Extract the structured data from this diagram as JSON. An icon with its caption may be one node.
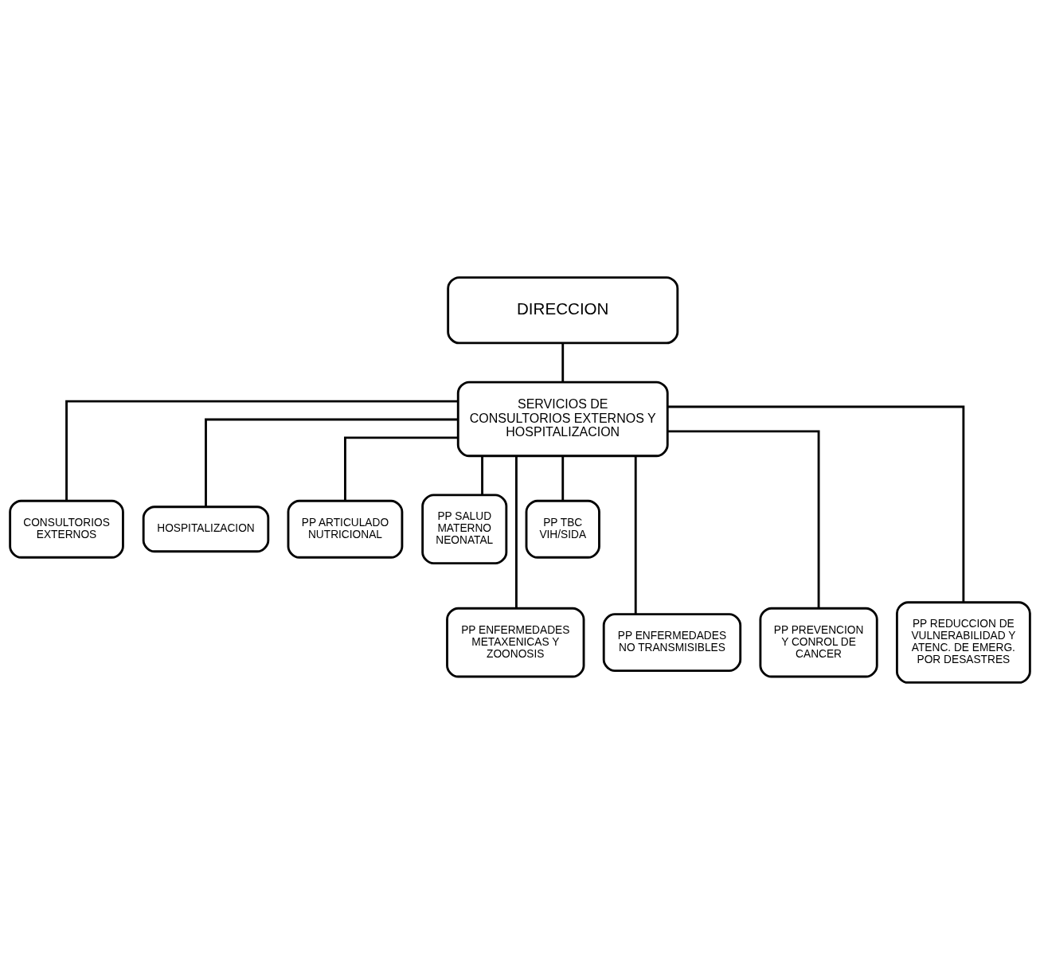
{
  "diagram": {
    "nodes": [
      {
        "text": [
          "DIRECCION"
        ]
      },
      {
        "text": [
          "SERVICIOS DE CONSULTORIOS EXTERNOS Y HOSPITALIZACION"
        ]
      },
      {
        "text": [
          "CONSULTORIOS EXTERNOS"
        ]
      },
      {
        "text": [
          "HOSPITALIZACION"
        ]
      },
      {
        "text": [
          "PP ARTICULADO NUTRICIONAL"
        ]
      },
      {
        "text": [
          "PP SALUD MATERNO NEONATAL"
        ]
      },
      {
        "text": [
          "PP TBC VIH/SIDA"
        ]
      },
      {
        "text": [
          "PP ENFERMEDADES METAXENICAS Y ZOONOSIS"
        ]
      },
      {
        "text": [
          "PP ENFERMEDADES NO TRANSMISIBLES"
        ]
      },
      {
        "text": [
          "PP PREVENCION Y CONROL DE CANCER"
        ]
      },
      {
        "text": [
          "PP REDUCCION DE VULNERABILIDAD Y ATENC. DE EMERG. POR DESASTRES"
        ]
      }
    ],
    "edges": [
      {
        "from": 0,
        "to": 1,
        "arrow": "none"
      },
      {
        "from": 1,
        "to": 2,
        "arrow": "none"
      },
      {
        "from": 1,
        "to": 7,
        "arrow": "none"
      },
      {
        "from": 1,
        "to": 3,
        "arrow": "none"
      },
      {
        "from": 1,
        "to": 8,
        "arrow": "none"
      },
      {
        "from": 1,
        "to": 4,
        "arrow": "none"
      },
      {
        "from": 1,
        "to": 9,
        "arrow": "none"
      },
      {
        "from": 1,
        "to": 5,
        "arrow": "none"
      },
      {
        "from": 1,
        "to": 10,
        "arrow": "none"
      },
      {
        "from": 1,
        "to": 6,
        "arrow": "none"
      }
    ]
  }
}
